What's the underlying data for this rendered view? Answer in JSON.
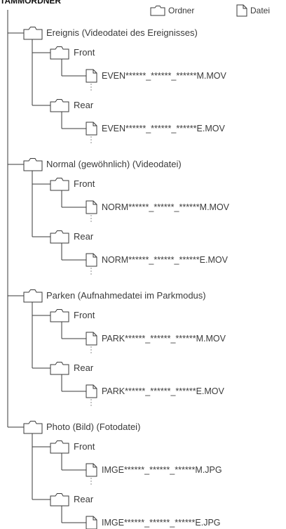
{
  "root": {
    "label": "TAMMORDNER"
  },
  "legend": {
    "folder_label": "Ordner",
    "file_label": "Datei"
  },
  "groups": [
    {
      "label": "Ereignis (Videodatei des Ereignisses)",
      "children": [
        {
          "label": "Front",
          "file": "EVEN******_******_******M.MOV"
        },
        {
          "label": "Rear",
          "file": "EVEN******_******_******E.MOV"
        }
      ]
    },
    {
      "label": "Normal (gewöhnlich) (Videodatei)",
      "children": [
        {
          "label": "Front",
          "file": "NORM******_******_******M.MOV"
        },
        {
          "label": "Rear",
          "file": "NORM******_******_******E.MOV"
        }
      ]
    },
    {
      "label": "Parken (Aufnahmedatei im Parkmodus)",
      "children": [
        {
          "label": "Front",
          "file": "PARK******_******_******M.MOV"
        },
        {
          "label": "Rear",
          "file": "PARK******_******_******E.MOV"
        }
      ]
    },
    {
      "label": "Photo (Bild) (Fotodatei)",
      "children": [
        {
          "label": "Front",
          "file": "IMGE******_******_******M.JPG"
        },
        {
          "label": "Rear",
          "file": "IMGE******_******_******E.JPG"
        }
      ]
    }
  ],
  "colors": {
    "line": "#3a3a3a",
    "text": "#3a3a3a"
  }
}
